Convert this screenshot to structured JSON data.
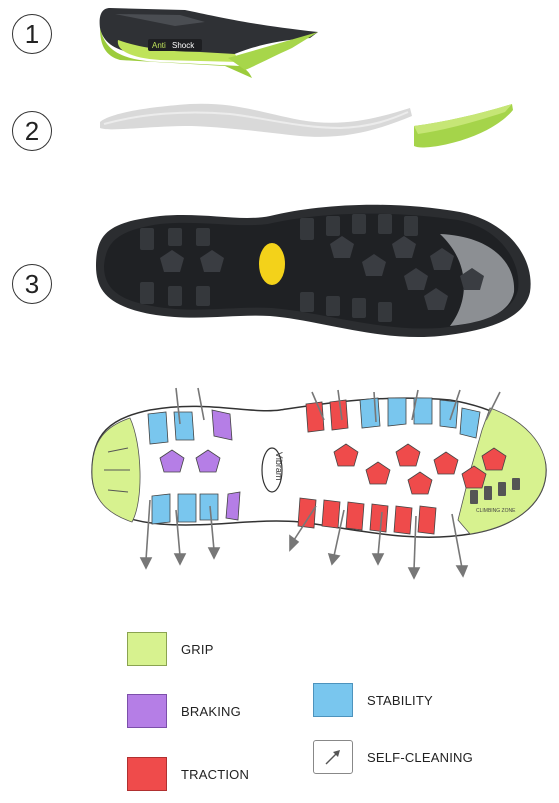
{
  "steps": [
    {
      "label": "1"
    },
    {
      "label": "2"
    },
    {
      "label": "3"
    }
  ],
  "midsole_badge": {
    "left": "Anti",
    "right": "Shock"
  },
  "outsole_logo": "Vibram",
  "sole_marking": "CLIMBING ZONE",
  "legend": {
    "grip": {
      "label": "GRIP",
      "color": "#d7f28f"
    },
    "braking": {
      "label": "BRAKING",
      "color": "#b57ee6"
    },
    "traction": {
      "label": "TRACTION",
      "color": "#ef4b4b"
    },
    "stability": {
      "label": "STABILITY",
      "color": "#79c6ee"
    },
    "self_cleaning": {
      "label": "SELF-CLEANING"
    }
  }
}
